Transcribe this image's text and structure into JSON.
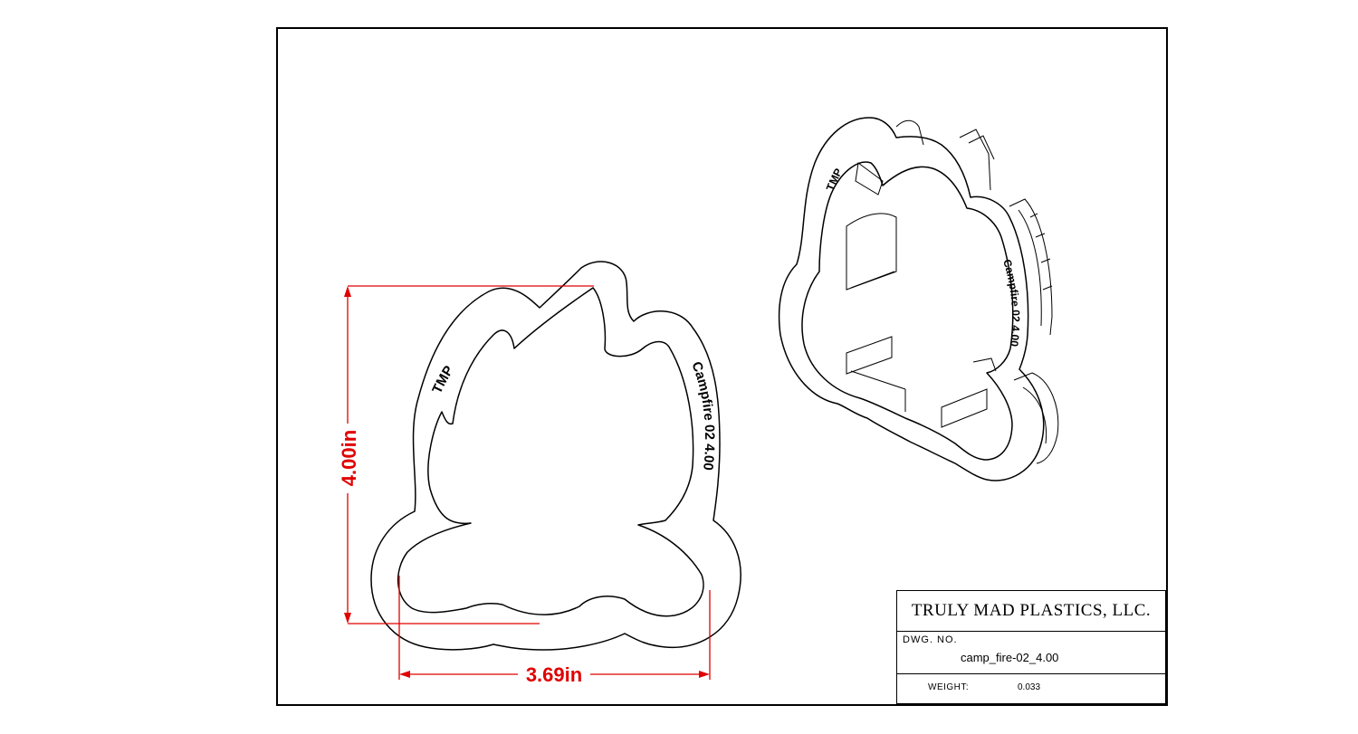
{
  "dimensions": {
    "height_label": "4.00in",
    "width_label": "3.69in"
  },
  "engraving": {
    "brand": "TMP",
    "name_text": "Campfire 02  4.00"
  },
  "iso_engraving": {
    "brand": "TMP",
    "name_text": "Campfire 02 4.00"
  },
  "title_block": {
    "company": "TRULY MAD PLASTICS, LLC.",
    "dwg_no_label": "DWG. NO.",
    "dwg_no_value": "camp_fire-02_4.00",
    "weight_label": "WEIGHT:",
    "weight_value": "0.033"
  },
  "colors": {
    "dimension": "#e00000",
    "linework": "#000000"
  }
}
